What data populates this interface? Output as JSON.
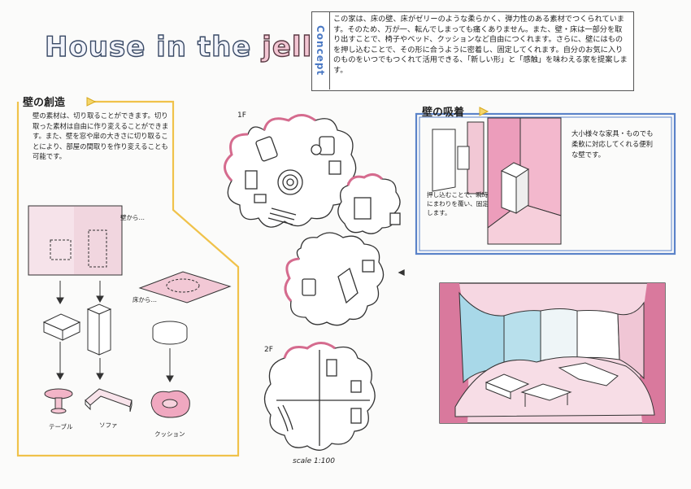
{
  "title": {
    "main": "House in the ",
    "accent": "jelly"
  },
  "concept": {
    "label": "Concept",
    "text": "この家は、床の壁、床がゼリーのような柔らかく、弾力性のある素材でつくられています。そのため、万が一、転んでしまっても痛くありません。また、壁・床は一部分を取り出すことで、椅子やベッド、クッションなど自由につくれます。さらに、壁にはものを押し込むことで、その形に合うように密着し、固定してくれます。自分のお気に入りのものをいつでもつくれて活用できる、「新しい形」と「感触」を味わえる家を提案します。"
  },
  "wall_create": {
    "title": "壁の創造",
    "text": "壁の素材は、切り取ることができます。切り取った素材は自由に作り変えることができます。また、壁を窓や扉の大きさに切り取ることにより、部屋の間取りを作り変えることも可能です。",
    "from_wall": "壁から…",
    "from_floor": "床から…",
    "items": [
      "テーブル",
      "ソファ",
      "クッション"
    ]
  },
  "wall_absorb": {
    "title": "壁の吸着",
    "note_left": "押し込むことで、瞬時にまわりを覆い、固定します。",
    "note_right": "大小様々な家具・ものでも柔軟に対応してくれる便利な壁です。"
  },
  "plans": {
    "floor1": "1F",
    "floor2": "2F",
    "scale": "scale 1:100"
  },
  "colors": {
    "pink": "#e58aa8",
    "frame": "#f0c24a",
    "frame_blue": "#5b83c9",
    "blue": "#a8d8e8"
  }
}
